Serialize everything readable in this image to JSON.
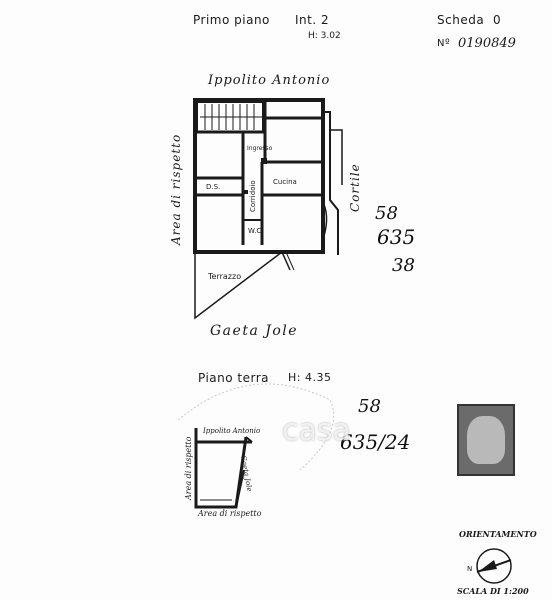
{
  "header": {
    "floor_title": "Primo piano",
    "interior": "Int. 2",
    "height": "H: 3.02",
    "scheda_label": "Scheda",
    "scheda_value": "0",
    "number_label": "Nº",
    "number_value": "0190849"
  },
  "first_floor": {
    "owner_north": "Ippolito Antonio",
    "owner_south": "Gaeta Jole",
    "side_west": "Area di rispetto",
    "side_east": "Cortile",
    "rooms": {
      "ingresso": "Ingresso",
      "ds": "D.S.",
      "cucina": "Cucina",
      "corridoio": "Corridoio",
      "wc": "W.C.",
      "terrazzo": "Terrazzo"
    },
    "pencil_notes": [
      "58",
      "635",
      "38"
    ]
  },
  "ground_floor": {
    "title": "Piano terra",
    "height": "H: 4.35",
    "owner_north": "Ippolito Antonio",
    "side_west": "Area di rispetto",
    "side_east": "Gaeta Jole",
    "side_south": "Area di rispetto",
    "pencil_notes": [
      "58",
      "635/24"
    ]
  },
  "footer": {
    "orientation_label": "ORIENTAMENTO",
    "north_label": "N",
    "scale_label": "SCALA DI 1:200"
  },
  "watermark": "casa",
  "colors": {
    "ink": "#1a1a1a",
    "paper": "#fdfdfd"
  }
}
